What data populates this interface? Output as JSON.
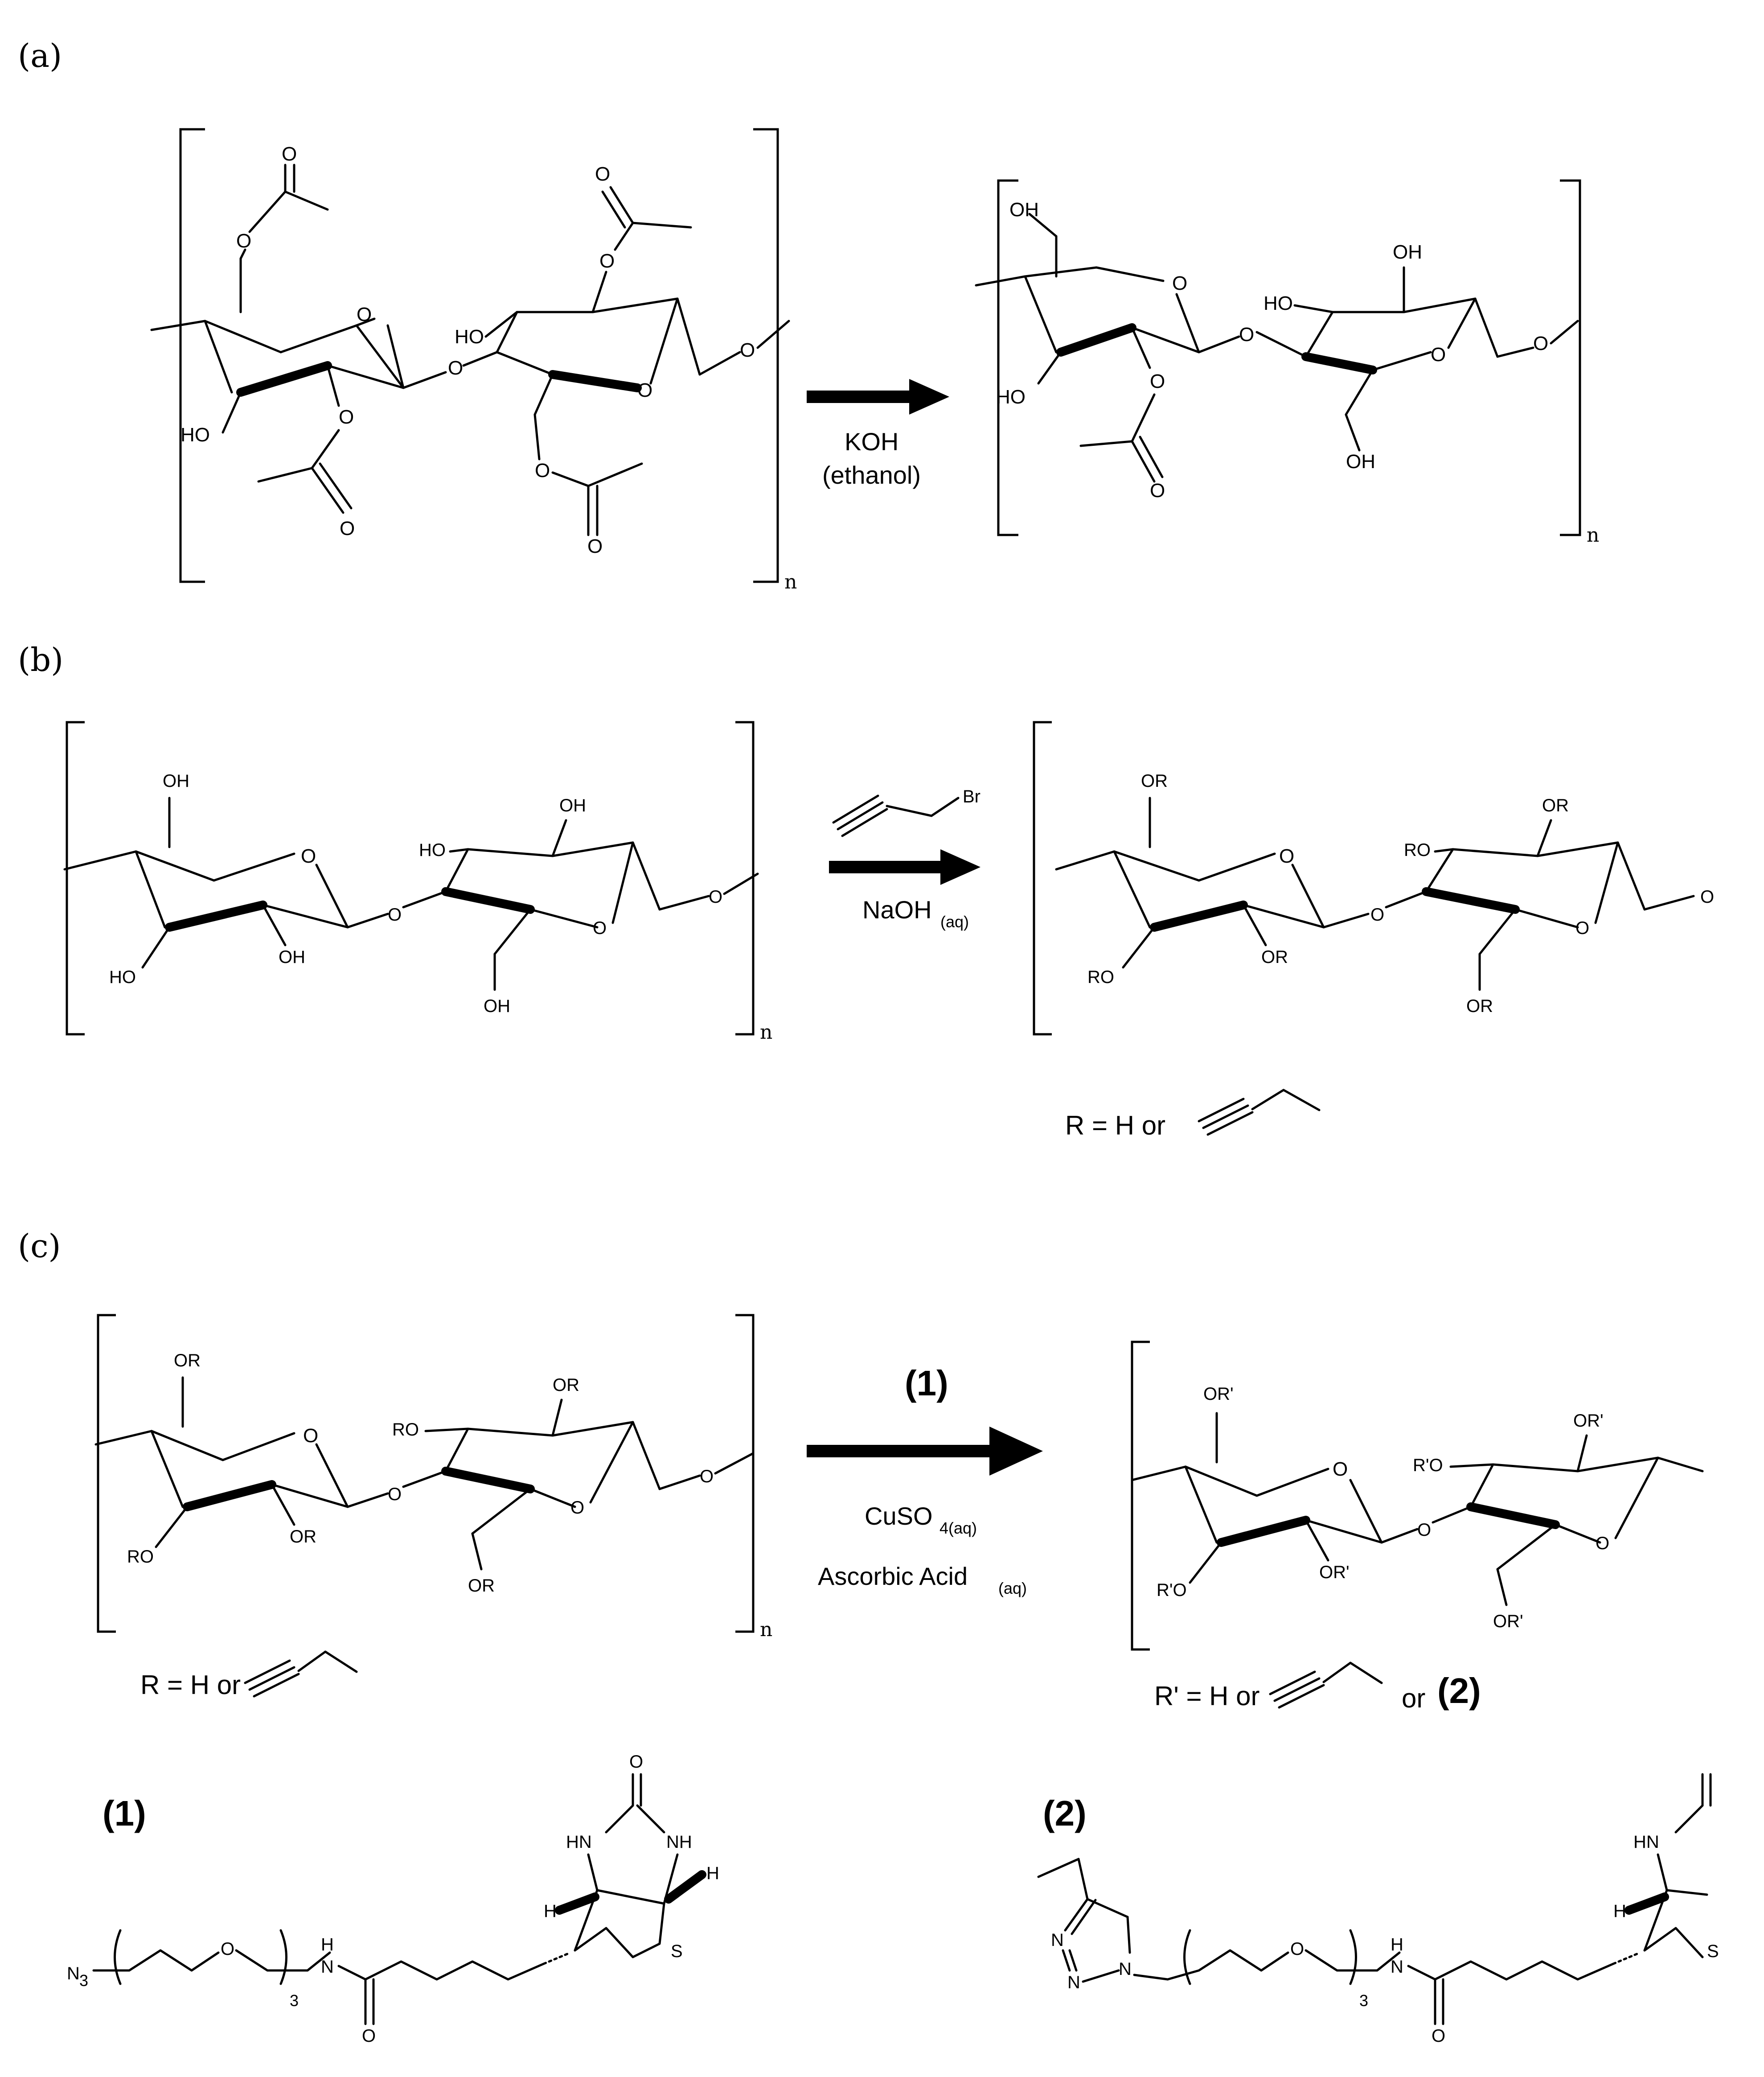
{
  "panels": {
    "a": {
      "label": "(a)",
      "reagent_line1": "KOH",
      "reagent_line2": "(ethanol)",
      "repeat": "n"
    },
    "b": {
      "label": "(b)",
      "reagent_top": "Br",
      "reagent_base": "NaOH",
      "reagent_sub": "(aq)",
      "repeat": "n",
      "r_definition": "R = H or"
    },
    "c": {
      "label": "(c)",
      "reagent_top": "(1)",
      "reagent_cu": "CuSO",
      "reagent_cu_sub": "4(aq)",
      "reagent_asc": "Ascorbic Acid",
      "reagent_asc_sub": "(aq)",
      "repeat": "n",
      "r_definition": "R = H or",
      "r_prime_definition": "R' = H or",
      "r_prime_or": "or",
      "r_prime_two": "(2)"
    }
  },
  "compounds": {
    "one": {
      "label": "(1)",
      "n3": "N",
      "n3_sub": "3",
      "repeat": "3"
    },
    "two": {
      "label": "(2)",
      "repeat": "3"
    }
  },
  "atoms": {
    "O": "O",
    "HO": "HO",
    "OH": "OH",
    "OR": "OR",
    "RO": "RO",
    "ORp": "OR'",
    "RpO": "R'O",
    "NH": "NH",
    "HN": "HN",
    "H": "H",
    "S": "S",
    "N": "N",
    "Br": "Br"
  }
}
